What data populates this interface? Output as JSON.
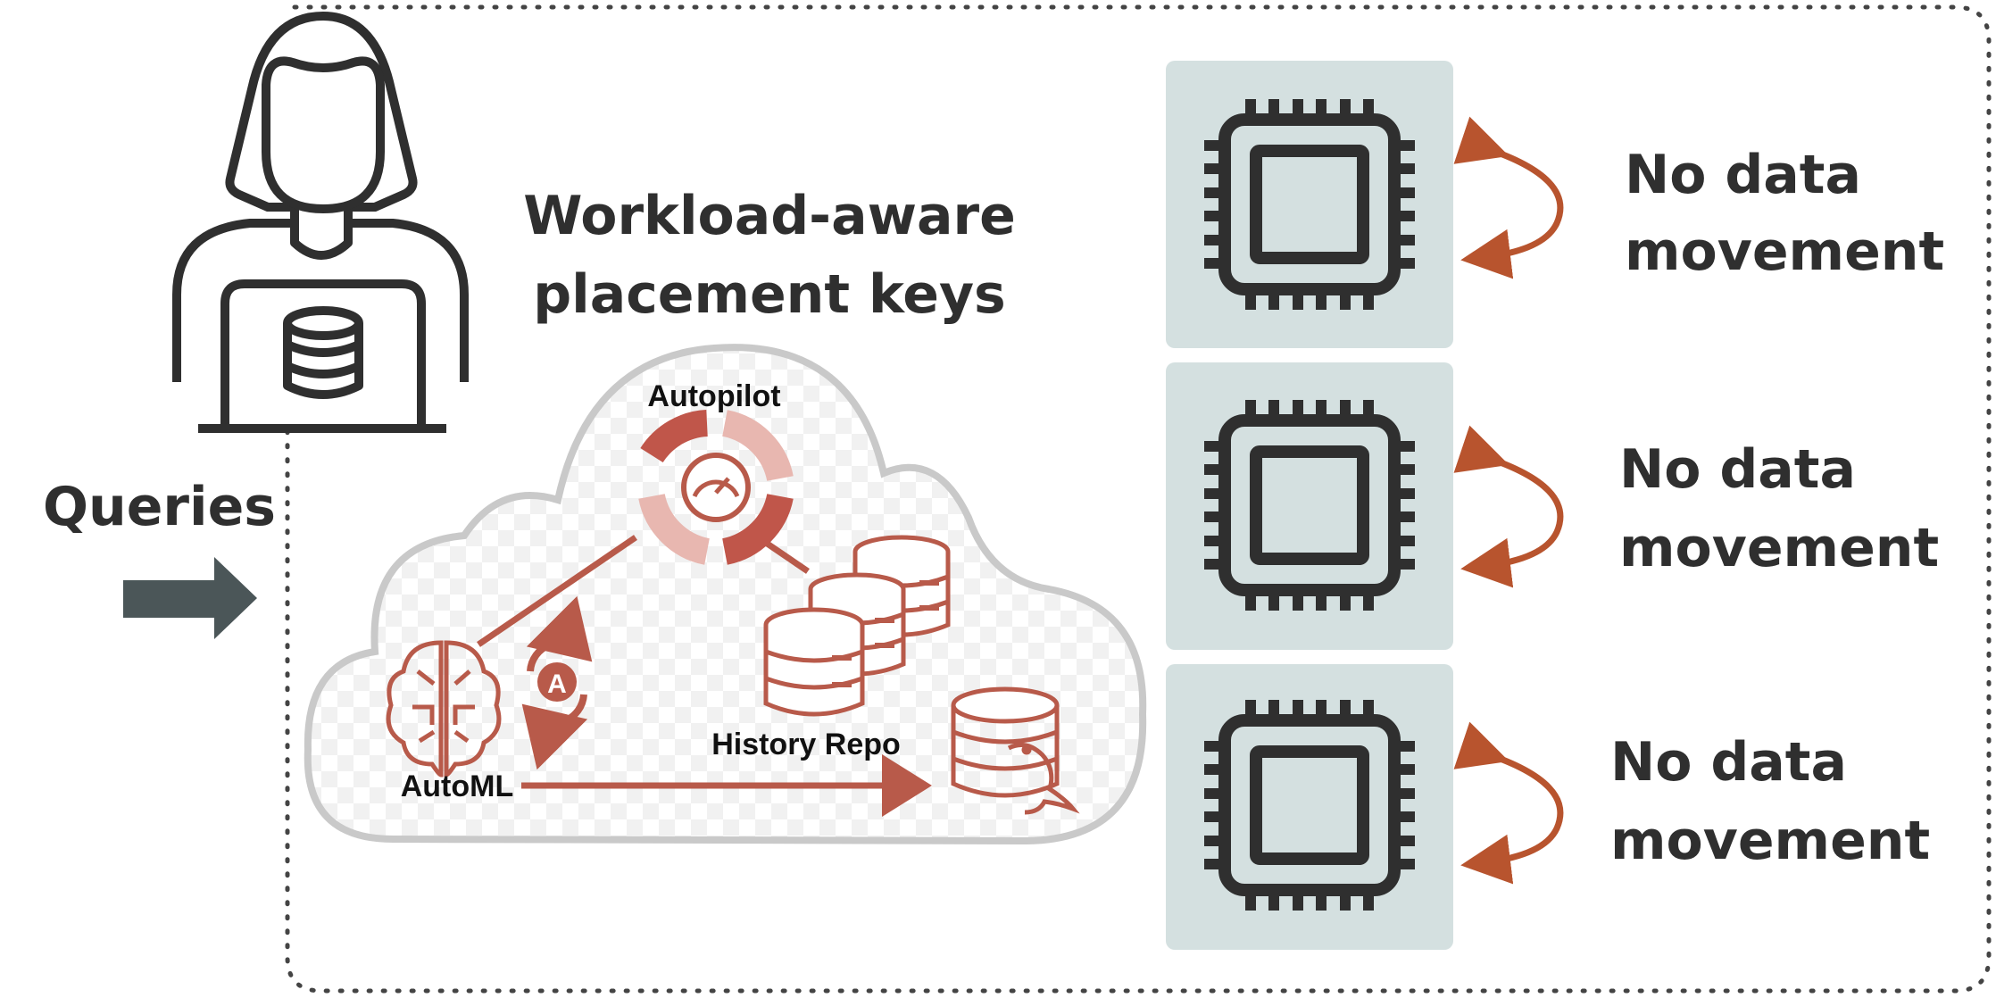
{
  "user": {
    "label": "Queries"
  },
  "cloud": {
    "title_line1": "Workload-aware",
    "title_line2": "placement keys",
    "autopilot_label": "Autopilot",
    "automl_label": "AutoML",
    "history_label": "History Repo",
    "autopilot_badge_letter": "A"
  },
  "nodes": [
    {
      "line1": "No data",
      "line2": "movement"
    },
    {
      "line1": "No data",
      "line2": "movement"
    },
    {
      "line1": "No data",
      "line2": "movement"
    }
  ],
  "colors": {
    "accent": "#b85a4a",
    "arrow_orange": "#b8542e",
    "arrow_slate": "#4b5658",
    "node_bg": "#d4e0e0",
    "chip": "#2f2f2f",
    "text": "#2f2f2f"
  },
  "icons": {
    "user": "user-with-database-icon",
    "chip": "cpu-chip-icon",
    "brain": "brain-icon",
    "autopilot": "autopilot-gauge-icon",
    "database": "database-stack-icon",
    "mysql": "mysql-database-icon"
  }
}
